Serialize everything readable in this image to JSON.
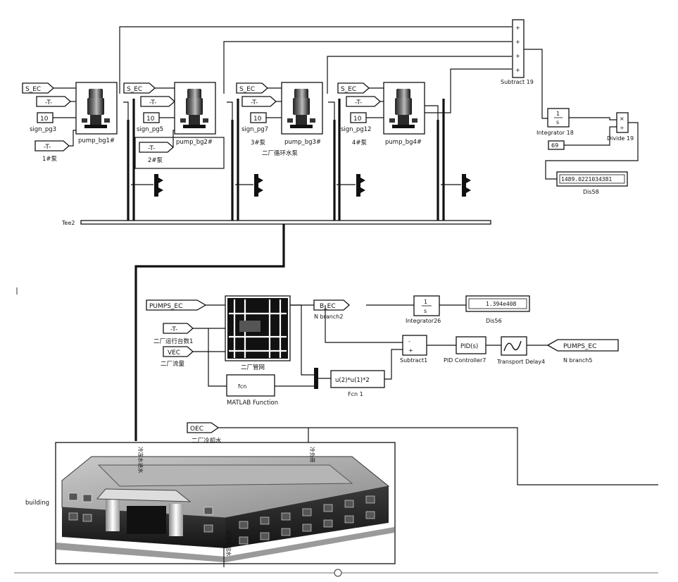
{
  "tags": {
    "s_ec": "S_EC",
    "t": "-T-",
    "ten": "10",
    "pumps_ec": "PUMPS_EC",
    "vec": "VEC",
    "oec": "OEC",
    "b_ec": "B_EC",
    "pumps_ec_out": "PUMPS_EC"
  },
  "pumps": [
    {
      "name": "pump_bg1#",
      "sign": "sign_pg3",
      "pump_label": "1#泵"
    },
    {
      "name": "pump_bg2#",
      "sign": "sign_pg5",
      "pump_label": "2#泵"
    },
    {
      "name": "pump_bg3#",
      "sign": "sign_pg7",
      "pump_label": "3#泵",
      "group": "二厂循环水泵"
    },
    {
      "name": "pump_bg4#",
      "sign": "sign_pg12",
      "pump_label": "4#泵"
    }
  ],
  "blocks": {
    "subtract19": "Subtract 19",
    "integrator18": "Integrator 18",
    "integrator_glyph": "1/s",
    "integrator_num": "1",
    "integrator_den": "s",
    "const69": "69",
    "divide19": "Divide 19",
    "display58": "1489.0221034381",
    "display58_label": "Dis58",
    "tee2": "Tee2",
    "n_branch2": "N branch2",
    "integrator26": "Integrator26",
    "display56": "1.394e408",
    "display56_label": "Dis56",
    "subtract1": "Subtract1",
    "pid": "PID(s)",
    "pid_label": "PID Controller7",
    "transport": "Transport Delay4",
    "n_branch5": "N branch5",
    "matlab_fcn": "fcn",
    "matlab_label": "MATLAB Function",
    "fcn": "u(2)*u(1)*2",
    "fcn_label": "Fcn 1",
    "plant_label": "二厂管网",
    "cooling_label": "二厂冷却水",
    "running_label": "二厂运行台数1",
    "flow_label": "二厂流量",
    "building": "building",
    "building_in": "冷冻水进水",
    "building_out": "冷冻水回水",
    "building_mid": "冷负荷",
    "plus": "+",
    "minus": "-",
    "times": "×",
    "divide": "÷"
  }
}
